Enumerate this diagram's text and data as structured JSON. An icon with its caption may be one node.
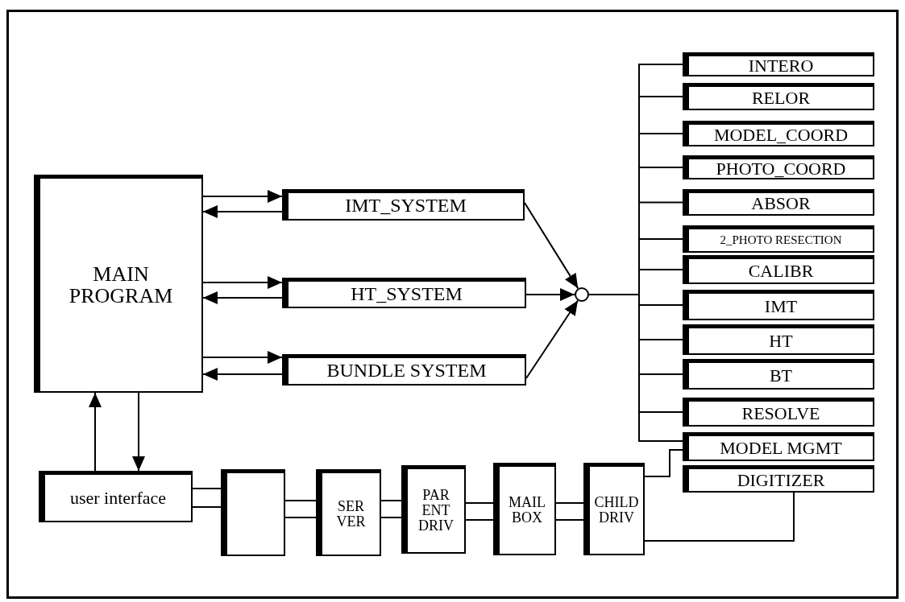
{
  "diagram": {
    "nodes": [
      {
        "text": [
          "MAIN PROGRAM"
        ]
      },
      {
        "text": [
          "IMT_SYSTEM"
        ]
      },
      {
        "text": [
          "HT_SYSTEM"
        ]
      },
      {
        "text": [
          "BUNDLE SYSTEM"
        ]
      },
      {
        "text": [],
        "shape": "circle"
      },
      {
        "text": [
          "INTERO"
        ]
      },
      {
        "text": [
          "RELOR"
        ]
      },
      {
        "text": [
          "MODEL_COORD"
        ]
      },
      {
        "text": [
          "PHOTO_COORD"
        ]
      },
      {
        "text": [
          "ABSOR"
        ]
      },
      {
        "text": [
          "2_PHOTO RESECTION"
        ]
      },
      {
        "text": [
          "CALIBR"
        ]
      },
      {
        "text": [
          "IMT"
        ]
      },
      {
        "text": [
          "HT"
        ]
      },
      {
        "text": [
          "BT"
        ]
      },
      {
        "text": [
          "RESOLVE"
        ]
      },
      {
        "text": [
          "MODEL MGMT"
        ]
      },
      {
        "text": [
          "DIGITIZER"
        ]
      },
      {
        "text": [
          "user interface"
        ]
      },
      {
        "text": [],
        "shape": "box"
      },
      {
        "text": [
          "SER VER"
        ]
      },
      {
        "text": [
          "PAR ENT DRIV"
        ]
      },
      {
        "text": [
          "MAIL BOX"
        ]
      },
      {
        "text": [
          "CHILD DRIV"
        ]
      }
    ],
    "edges": [
      {
        "from": 0,
        "to": 1,
        "arrow": "to"
      },
      {
        "from": 1,
        "to": 0,
        "arrow": "to"
      },
      {
        "from": 0,
        "to": 2,
        "arrow": "to"
      },
      {
        "from": 2,
        "to": 0,
        "arrow": "to"
      },
      {
        "from": 0,
        "to": 3,
        "arrow": "to"
      },
      {
        "from": 3,
        "to": 0,
        "arrow": "to"
      },
      {
        "from": 1,
        "to": 4,
        "arrow": "to"
      },
      {
        "from": 2,
        "to": 4,
        "arrow": "to"
      },
      {
        "from": 3,
        "to": 4,
        "arrow": "to"
      },
      {
        "from": 4,
        "to": 5,
        "arrow": "none"
      },
      {
        "from": 4,
        "to": 6,
        "arrow": "none"
      },
      {
        "from": 4,
        "to": 7,
        "arrow": "none"
      },
      {
        "from": 4,
        "to": 8,
        "arrow": "none"
      },
      {
        "from": 4,
        "to": 9,
        "arrow": "none"
      },
      {
        "from": 4,
        "to": 10,
        "arrow": "none"
      },
      {
        "from": 4,
        "to": 11,
        "arrow": "none"
      },
      {
        "from": 4,
        "to": 12,
        "arrow": "none"
      },
      {
        "from": 4,
        "to": 13,
        "arrow": "none"
      },
      {
        "from": 4,
        "to": 14,
        "arrow": "none"
      },
      {
        "from": 4,
        "to": 15,
        "arrow": "none"
      },
      {
        "from": 4,
        "to": 16,
        "arrow": "none"
      },
      {
        "from": 0,
        "to": 18,
        "arrow": "to"
      },
      {
        "from": 18,
        "to": 0,
        "arrow": "to"
      },
      {
        "from": 18,
        "to": 19,
        "arrow": "none"
      },
      {
        "from": 19,
        "to": 20,
        "arrow": "none"
      },
      {
        "from": 20,
        "to": 21,
        "arrow": "none"
      },
      {
        "from": 21,
        "to": 22,
        "arrow": "none"
      },
      {
        "from": 22,
        "to": 23,
        "arrow": "none"
      },
      {
        "from": 23,
        "to": 16,
        "arrow": "none"
      },
      {
        "from": 23,
        "to": 17,
        "arrow": "none"
      }
    ]
  }
}
